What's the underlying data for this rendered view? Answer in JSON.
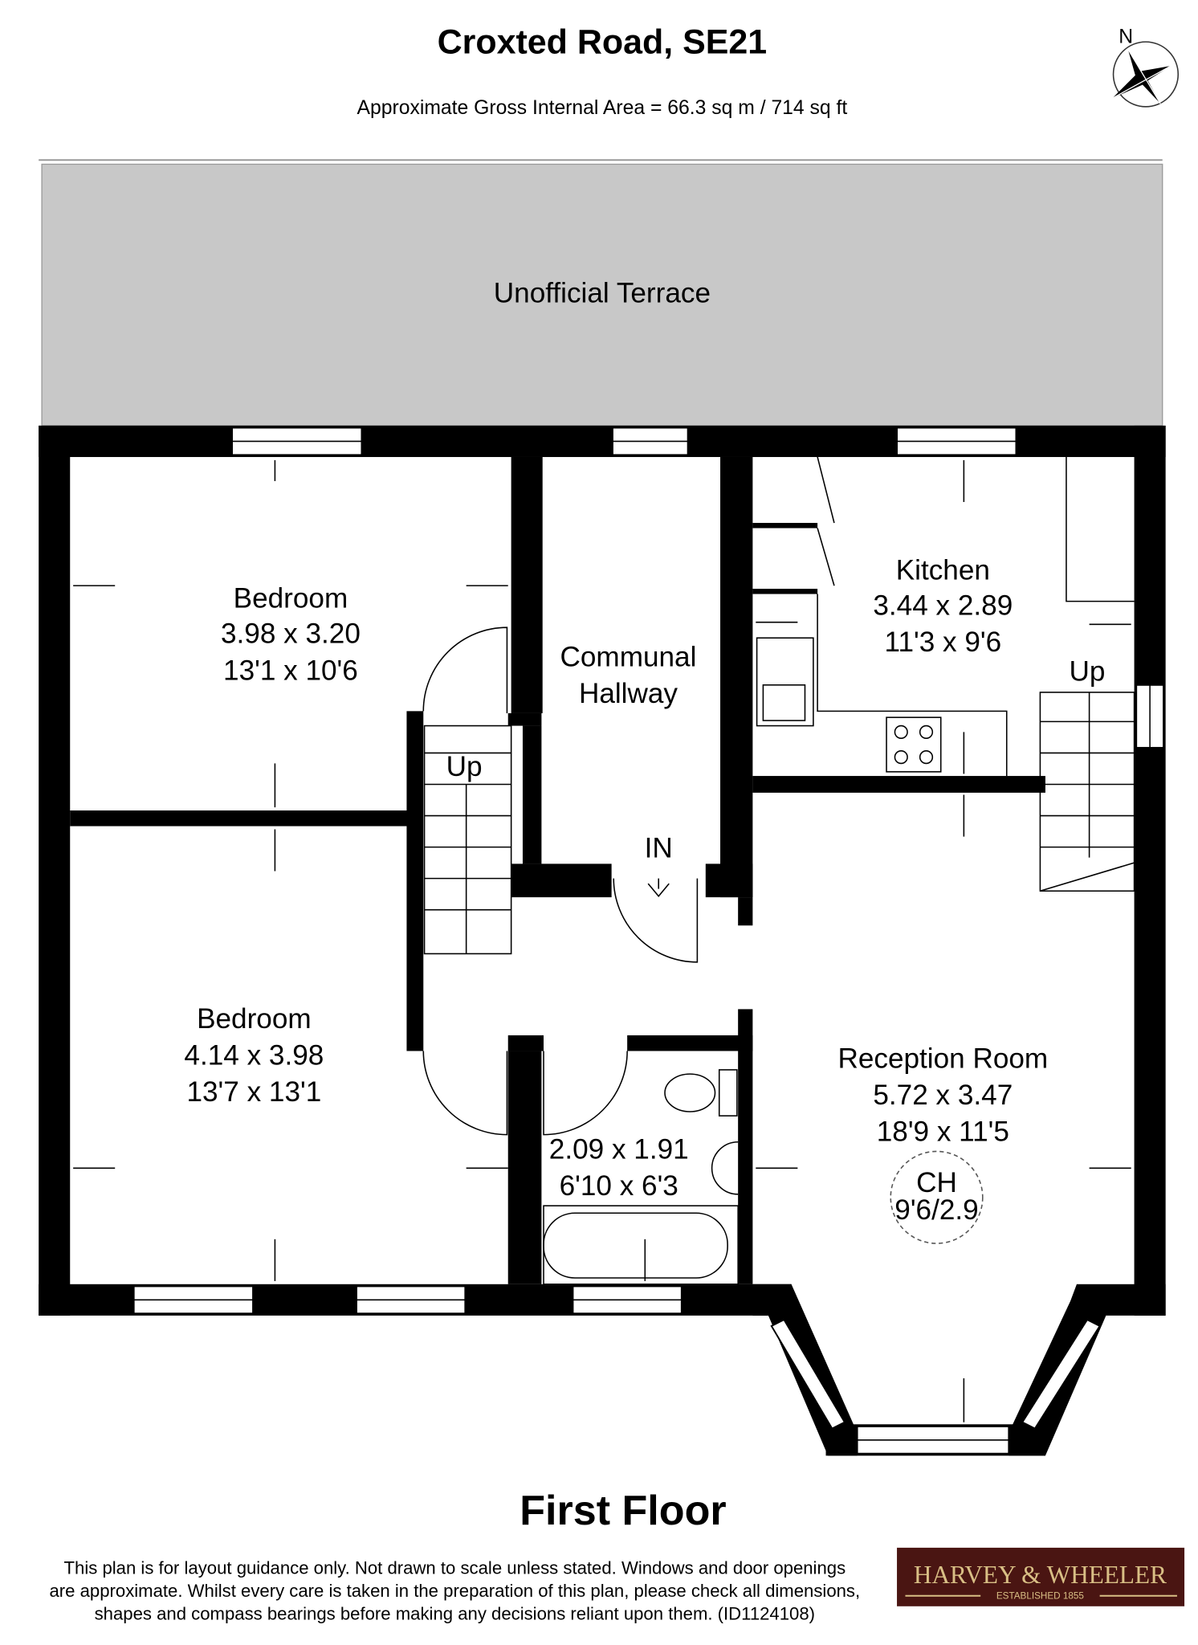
{
  "header": {
    "title": "Croxted Road, SE21",
    "subtitle": "Approximate Gross Internal Area = 66.3 sq m / 714 sq ft",
    "compass_label": "N"
  },
  "terrace": {
    "label": "Unofficial Terrace"
  },
  "rooms": {
    "bedroom1": {
      "name": "Bedroom",
      "metric": "3.98 x 3.20",
      "imperial": "13'1 x 10'6"
    },
    "hallway": {
      "name_line1": "Communal",
      "name_line2": "Hallway",
      "entry": "IN"
    },
    "kitchen": {
      "name": "Kitchen",
      "metric": "3.44 x 2.89",
      "imperial": "11'3 x 9'6",
      "stairs": "Up"
    },
    "stairs": {
      "label": "Up"
    },
    "bedroom2": {
      "name": "Bedroom",
      "metric": "4.14 x 3.98",
      "imperial": "13'7 x 13'1"
    },
    "bathroom": {
      "metric": "2.09 x 1.91",
      "imperial": "6'10 x 6'3"
    },
    "reception": {
      "name": "Reception Room",
      "metric": "5.72 x 3.47",
      "imperial": "18'9 x 11'5",
      "ch_label": "CH",
      "ch_size": "9'6/2.9"
    }
  },
  "floor_label": "First Floor",
  "disclaimer": [
    "This plan is for layout guidance only. Not drawn to scale unless stated. Windows and door openings",
    "are approximate. Whilst every care is taken in the preparation of this plan, please check all dimensions,",
    "shapes and compass bearings before making any decisions reliant upon them. (ID1124108)"
  ],
  "logo": {
    "name": "HARVEY & WHEELER",
    "tagline": "ESTABLISHED 1855",
    "bg": "#4a1512",
    "fg": "#d9bf85"
  }
}
